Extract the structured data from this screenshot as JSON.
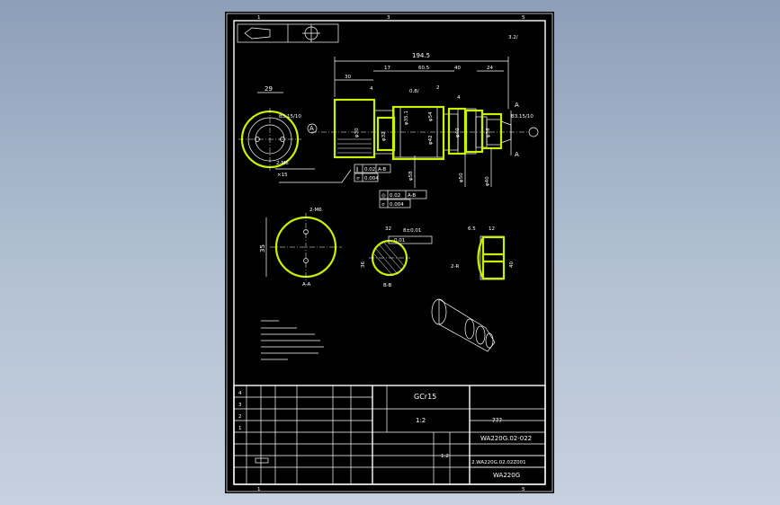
{
  "dimensions": {
    "overall_length": "194.5",
    "d_30": "30",
    "d_17": "17",
    "d_60_5": "60.5",
    "d_40": "40",
    "d_24": "24",
    "d_4": "4",
    "d_2": "2",
    "d_29": "29",
    "thread_left": "B3.15/10",
    "thread_right": "B3.15/10",
    "section_left": "A",
    "section_right": "A",
    "holes_label_1": "2-M6",
    "d_35": "35",
    "d_32": "32",
    "d_8": "8",
    "d_36": "36",
    "d_6_5": "6.5",
    "d_12": "12",
    "r_label": "2-R",
    "d_40b": "40"
  },
  "tolerance_frames": [
    {
      "symbol": "∥",
      "value": "0.02",
      "datum": "A-B"
    },
    {
      "symbol": "⌭",
      "value": "0.004"
    },
    {
      "symbol": "◎",
      "value": "0.02",
      "datum": "A-B"
    },
    {
      "symbol": "⌭",
      "value": "0.004"
    }
  ],
  "title_block": {
    "material": "GCr15",
    "scale": "1:2",
    "quantity": "???",
    "drawing_no_1": "WA220G.02-022",
    "drawing_no_2": "2.WA220G.02.02Z001",
    "project": "WA220G",
    "scale_2": "1:2",
    "rev_rows": [
      "4",
      "3",
      "2",
      "1"
    ]
  },
  "colors": {
    "highlight": "#c8f000",
    "lines": "#ffffff",
    "background": "#000000"
  }
}
